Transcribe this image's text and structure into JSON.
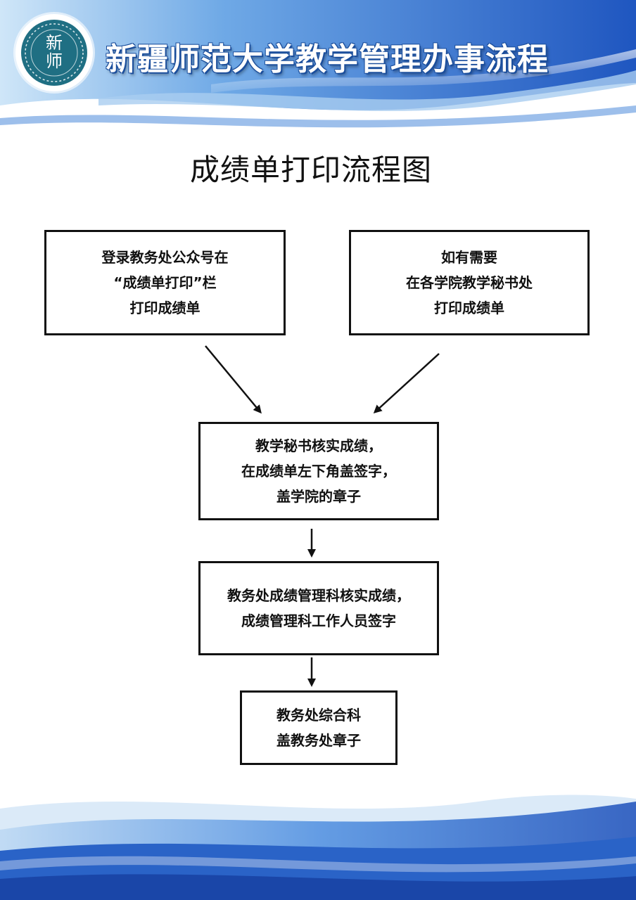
{
  "header": {
    "logo_glyphs": [
      "新",
      "师"
    ],
    "title": "新疆师范大学教学管理办事流程"
  },
  "diagram": {
    "title": "成绩单打印流程图",
    "nodes": [
      {
        "id": "a",
        "text": "登录教务处公众号在\n“成绩单打印”栏\n打印成绩单"
      },
      {
        "id": "b",
        "text": "如有需要\n在各学院教学秘书处\n打印成绩单"
      },
      {
        "id": "c",
        "text": "教学秘书核实成绩，\n在成绩单左下角盖签字，\n盖学院的章子"
      },
      {
        "id": "d",
        "text": "教务处成绩管理科核实成绩，\n成绩管理科工作人员签字"
      },
      {
        "id": "e",
        "text": "教务处综合科\n盖教务处章子"
      }
    ],
    "edges": [
      {
        "from": "a",
        "to": "c"
      },
      {
        "from": "b",
        "to": "c"
      },
      {
        "from": "c",
        "to": "d"
      },
      {
        "from": "d",
        "to": "e"
      }
    ]
  },
  "colors": {
    "banner_blue": "#2a63c7",
    "banner_light": "#cfe3f7",
    "logo_teal": "#1f6f83",
    "stroke": "#111111"
  }
}
